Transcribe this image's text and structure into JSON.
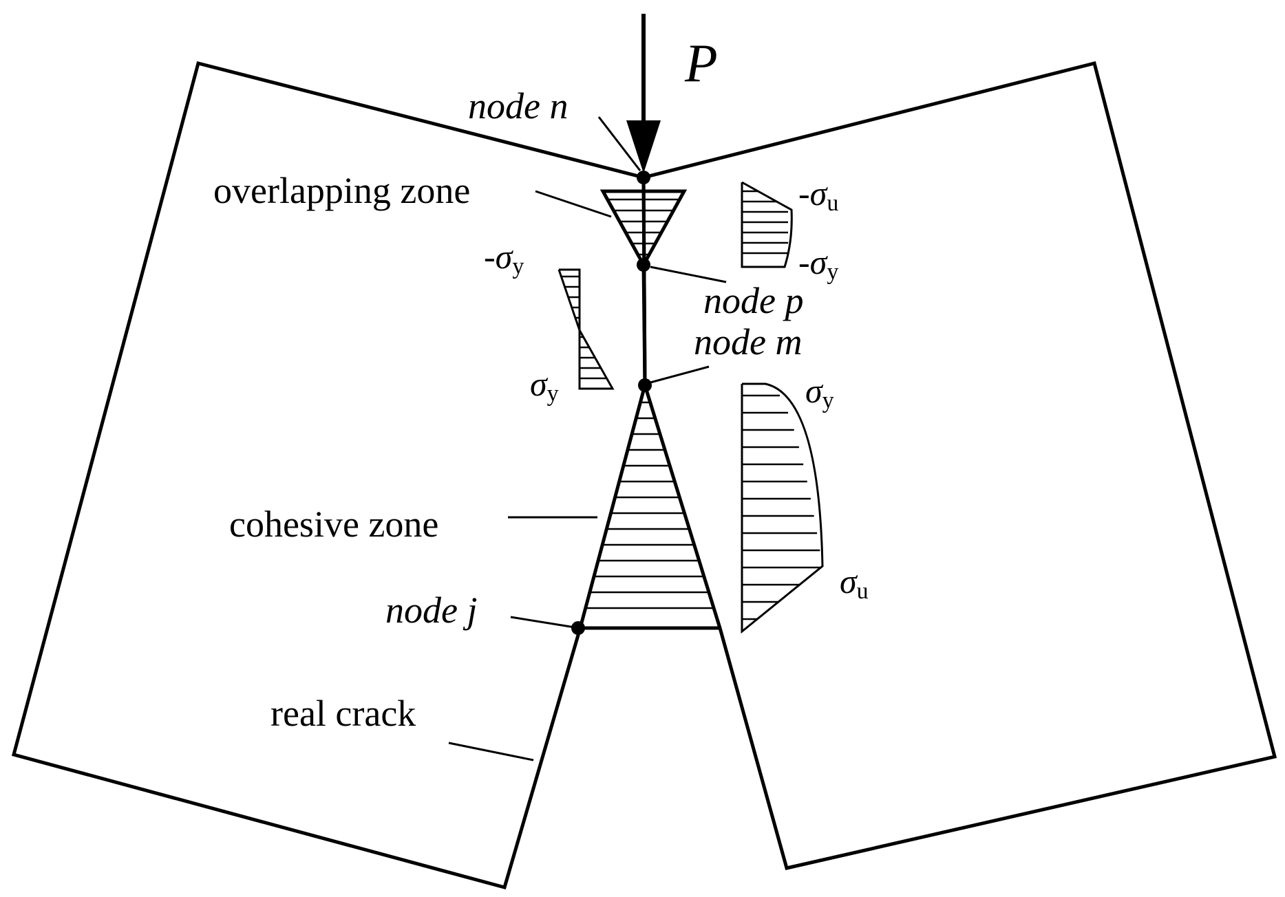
{
  "load": {
    "symbol": "P"
  },
  "nodes": {
    "n": "node n",
    "p": "node p",
    "m": "node m",
    "j": "node j"
  },
  "zones": {
    "overlapping": "overlapping zone",
    "cohesive": "cohesive zone",
    "crack": "real crack"
  },
  "stress_labels": {
    "overlap_top": {
      "sign": "-",
      "symbol": "σ",
      "sub": "u"
    },
    "overlap_bottom": {
      "sign": "-",
      "symbol": "σ",
      "sub": "y"
    },
    "mid_top": {
      "sign": "-",
      "symbol": "σ",
      "sub": "y"
    },
    "mid_bottom": {
      "sign": "",
      "symbol": "σ",
      "sub": "y"
    },
    "cohesive_top": {
      "sign": "",
      "symbol": "σ",
      "sub": "y"
    },
    "cohesive_bottom": {
      "sign": "",
      "symbol": "σ",
      "sub": "u"
    }
  }
}
